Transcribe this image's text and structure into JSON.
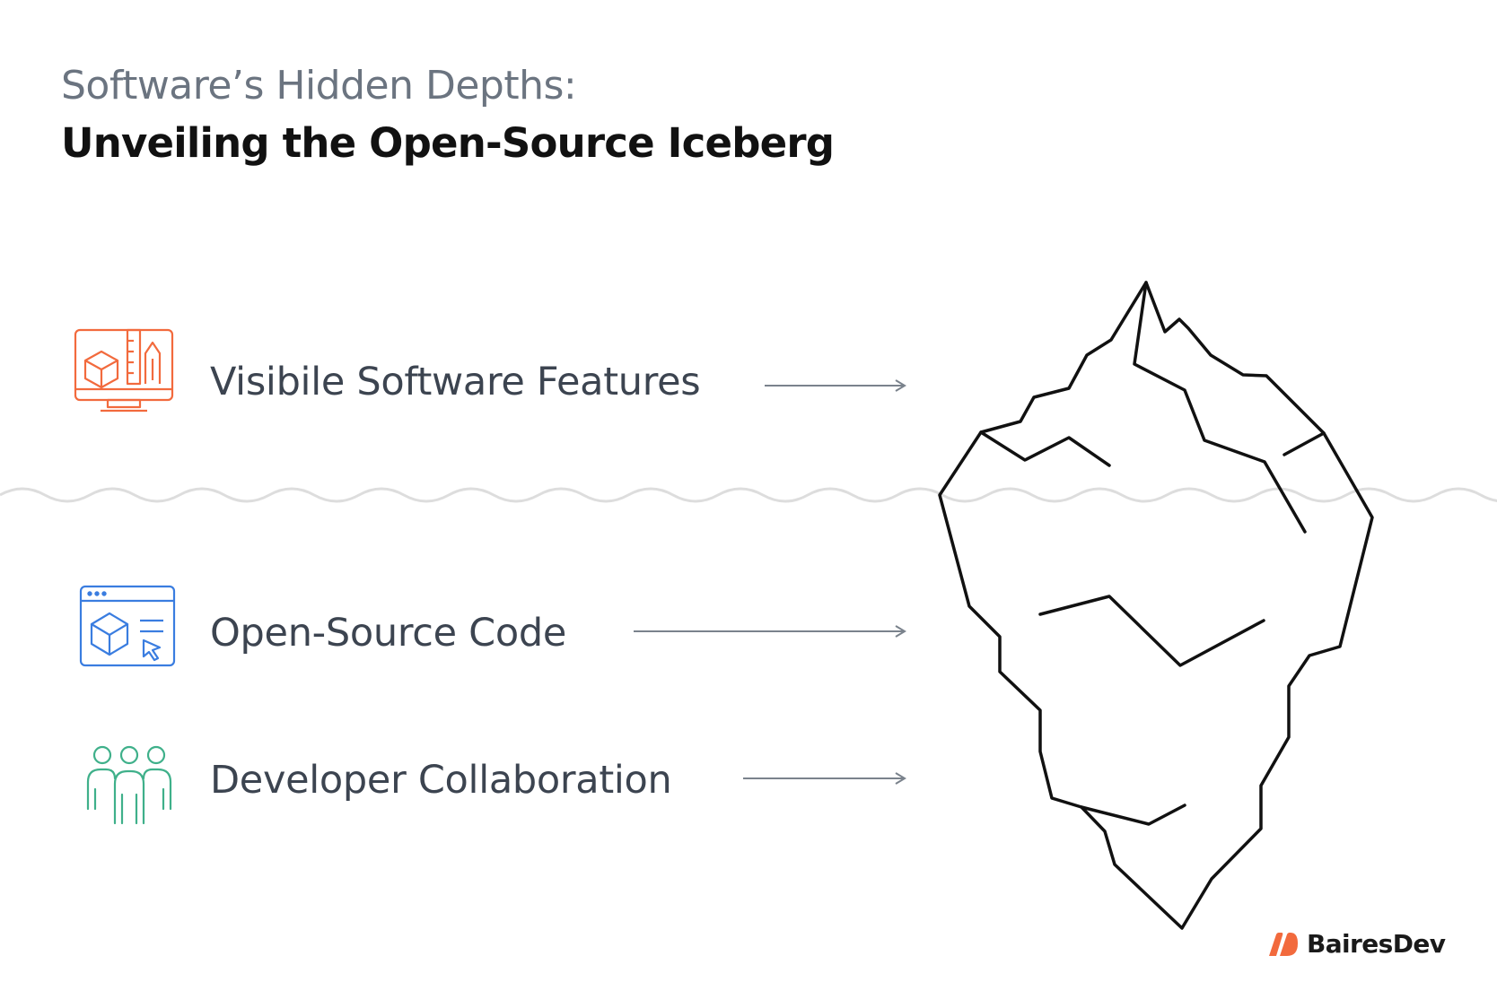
{
  "header": {
    "subtitle": "Software’s Hidden Depths:",
    "title": "Unveiling the Open-Source Iceberg"
  },
  "rows": [
    {
      "label": "Visibile Software Features",
      "icon": "monitor-design-icon",
      "color": "#f26a3d"
    },
    {
      "label": "Open-Source Code",
      "icon": "browser-cube-icon",
      "color": "#3a7de0"
    },
    {
      "label": "Developer Collaboration",
      "icon": "team-icon",
      "color": "#3fb08a"
    }
  ],
  "colors": {
    "waterline": "#dddddd",
    "arrow": "#7a828c",
    "iceberg": "#111111",
    "brand": "#f26a3d"
  },
  "brand": {
    "name": "BairesDev",
    "icon": "bairesdev-logo-icon"
  }
}
